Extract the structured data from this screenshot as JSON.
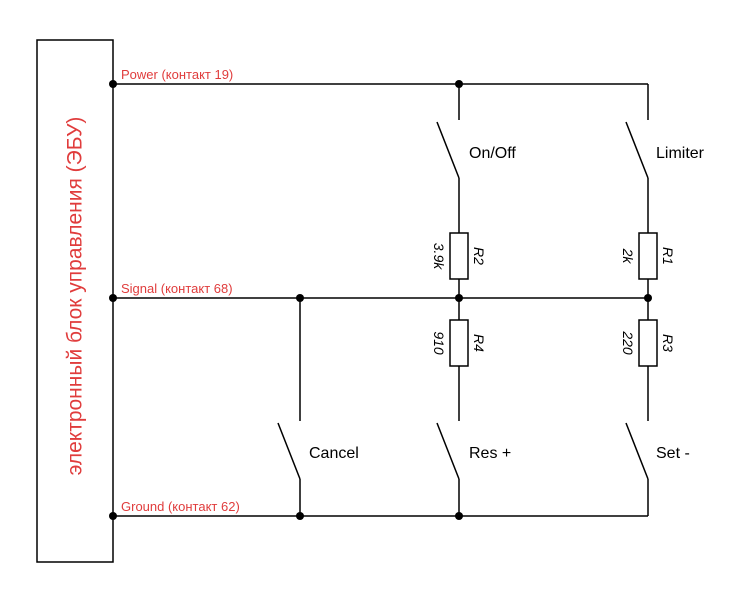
{
  "colors": {
    "wire": "#000000",
    "net_label": "#e03c3c",
    "background": "#ffffff"
  },
  "ecu": {
    "label": "электронный блок управления (ЭБУ)"
  },
  "nets": {
    "power": "Power (контакт 19)",
    "signal": "Signal (контакт 68)",
    "ground": "Ground (контакт 62)"
  },
  "switches": {
    "on_off": "On/Off",
    "limiter": "Limiter",
    "cancel": "Cancel",
    "res_plus": "Res +",
    "set_minus": "Set -"
  },
  "resistors": {
    "r1": {
      "name": "R1",
      "value": "2k"
    },
    "r2": {
      "name": "R2",
      "value": "3.9k"
    },
    "r3": {
      "name": "R3",
      "value": "220"
    },
    "r4": {
      "name": "R4",
      "value": "910"
    }
  }
}
